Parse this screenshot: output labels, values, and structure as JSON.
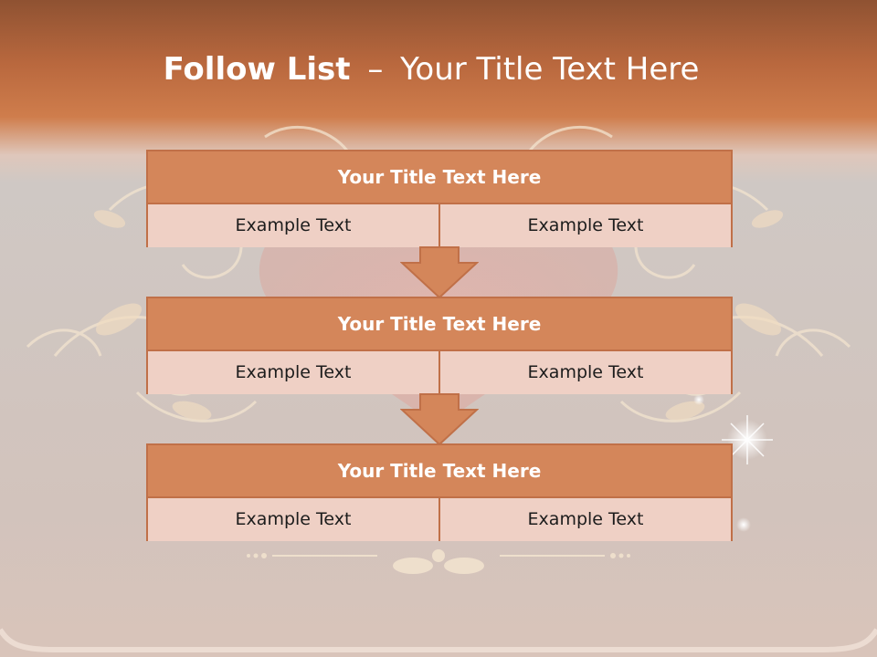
{
  "slide": {
    "title_bold": "Follow List",
    "title_separator": "–",
    "title_rest": "Your Title Text Here"
  },
  "blocks": [
    {
      "title": "Your Title Text Here",
      "left_text": "Example Text",
      "right_text": "Example Text"
    },
    {
      "title": "Your Title Text Here",
      "left_text": "Example Text",
      "right_text": "Example Text"
    },
    {
      "title": "Your Title Text Here",
      "left_text": "Example Text",
      "right_text": "Example Text"
    }
  ],
  "colors": {
    "header_band": "#cf7d4c",
    "block_header": "#d4865a",
    "block_row": "#efd0c5",
    "border": "#c07048",
    "arrow": "#d4865a"
  }
}
